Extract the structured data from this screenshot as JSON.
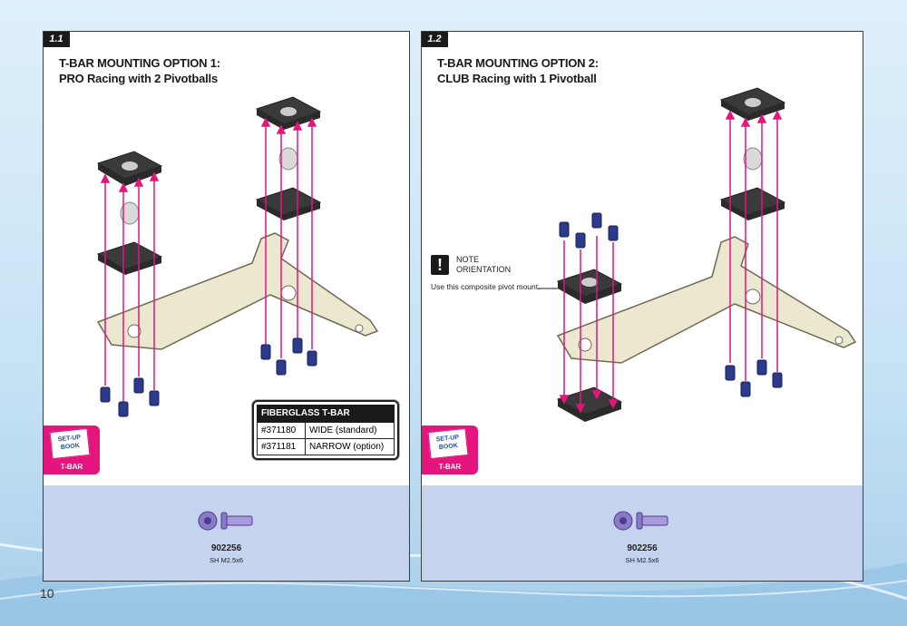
{
  "page_number": "10",
  "colors": {
    "accent": "#e4157c",
    "band": "#c5d3ef",
    "part": "#3a3a3a",
    "tbar": "#ece7cf"
  },
  "panel1": {
    "step": "1.1",
    "title_line1": "T-BAR MOUNTING OPTION 1:",
    "title_line2": "PRO Racing with 2 Pivotballs",
    "badge": {
      "book_line1": "SET-UP",
      "book_line2": "BOOK",
      "label": "T-BAR"
    },
    "table": {
      "header": "FIBERGLASS T-BAR",
      "rows": [
        {
          "code": "#371180",
          "desc": "WIDE (standard)"
        },
        {
          "code": "#371181",
          "desc": "NARROW (option)"
        }
      ]
    },
    "part": {
      "code": "902256",
      "desc": "SH M2.5x6",
      "icon": "screw-icon"
    }
  },
  "panel2": {
    "step": "1.2",
    "title_line1": "T-BAR MOUNTING OPTION 2:",
    "title_line2": "CLUB Racing with 1 Pivotball",
    "note": {
      "icon": "exclamation-icon",
      "line1": "NOTE",
      "line2": "ORIENTATION",
      "text": "Use this composite pivot mount."
    },
    "badge": {
      "book_line1": "SET-UP",
      "book_line2": "BOOK",
      "label": "T-BAR"
    },
    "part": {
      "code": "902256",
      "desc": "SH M2.5x6",
      "icon": "screw-icon"
    }
  }
}
